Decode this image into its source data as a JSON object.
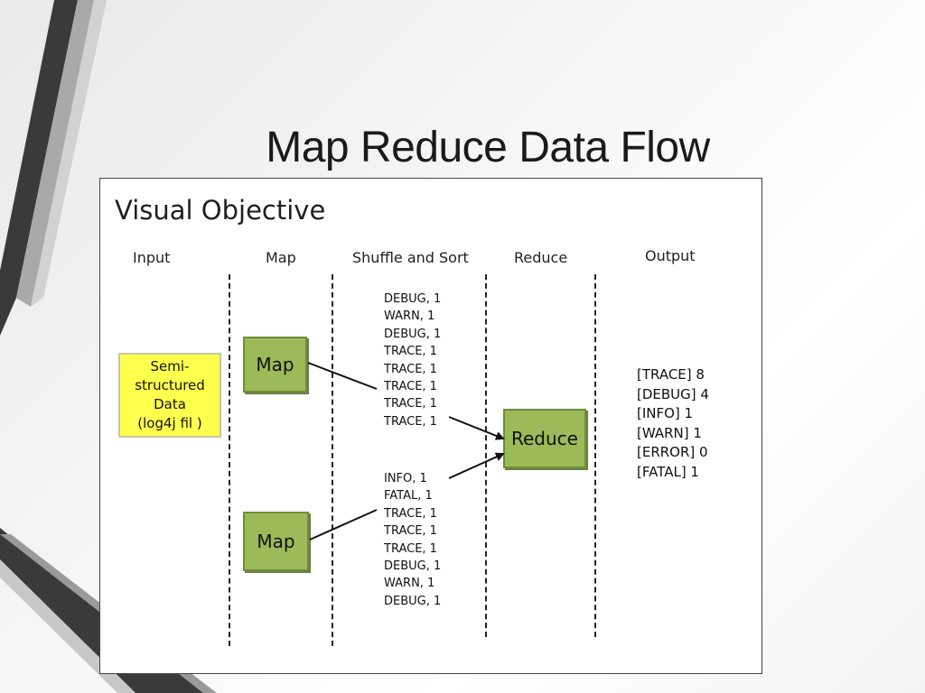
{
  "slide": {
    "title": "Map Reduce Data Flow"
  },
  "figure": {
    "heading": "Visual Objective",
    "columns": [
      "Input",
      "Map",
      "Shuffle and Sort",
      "Reduce",
      "Output"
    ],
    "input_box": [
      "Semi-",
      "structured",
      "Data",
      "(log4j fil  )"
    ],
    "map_label": "Map",
    "reduce_label": "Reduce",
    "shuffle_group_1": [
      "DEBUG, 1",
      "WARN, 1",
      "DEBUG, 1",
      "TRACE, 1",
      "TRACE, 1",
      "TRACE, 1",
      "TRACE, 1",
      "TRACE, 1"
    ],
    "shuffle_group_2": [
      "INFO, 1",
      "FATAL, 1",
      "TRACE, 1",
      "TRACE, 1",
      "TRACE, 1",
      "DEBUG, 1",
      "WARN, 1",
      "DEBUG, 1"
    ],
    "output": [
      "[TRACE] 8",
      "[DEBUG] 4",
      "[INFO]  1",
      "[WARN]  1",
      "[ERROR] 0",
      "[FATAL] 1"
    ]
  },
  "colors": {
    "map_fill": "#9bbb59",
    "input_fill": "#ffff4d"
  }
}
